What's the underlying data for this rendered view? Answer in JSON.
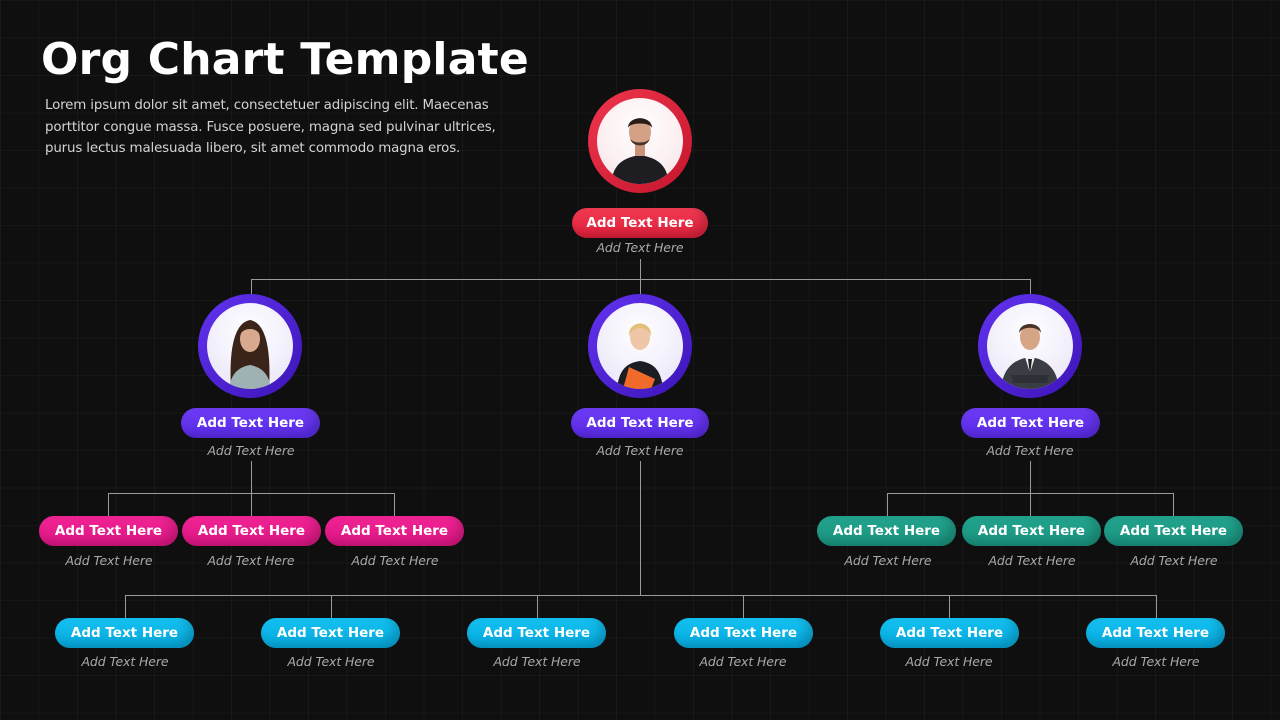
{
  "header": {
    "title": "Org Chart Template",
    "description": "Lorem ipsum dolor sit amet, consectetuer adipiscing elit. Maecenas porttitor congue massa. Fusce posuere, magna sed pulvinar ultrices, purus lectus malesuada libero, sit amet commodo magna eros."
  },
  "colors": {
    "background": "#0f0f10",
    "level1": "#e82a44",
    "level2": "#6233f0",
    "level3_left": "#f01f8e",
    "level3_right": "#1f9c86",
    "level4": "#0db6ea",
    "connector": "#9a9a9a"
  },
  "org": {
    "level1": {
      "avatar": "man-dark-shirt-photo",
      "label": "Add Text Here",
      "sublabel": "Add Text Here"
    },
    "level2": [
      {
        "avatar": "woman-long-hair-photo",
        "label": "Add Text Here",
        "sublabel": "Add Text Here"
      },
      {
        "avatar": "woman-blonde-orange-folder-photo",
        "label": "Add Text Here",
        "sublabel": "Add Text Here"
      },
      {
        "avatar": "man-suit-arms-crossed-photo",
        "label": "Add Text Here",
        "sublabel": "Add Text Here"
      }
    ],
    "level3_left": [
      {
        "label": "Add Text Here",
        "sublabel": "Add Text Here"
      },
      {
        "label": "Add Text Here",
        "sublabel": "Add Text Here"
      },
      {
        "label": "Add Text Here",
        "sublabel": "Add Text Here"
      }
    ],
    "level3_right": [
      {
        "label": "Add Text Here",
        "sublabel": "Add Text Here"
      },
      {
        "label": "Add Text Here",
        "sublabel": "Add Text Here"
      },
      {
        "label": "Add Text Here",
        "sublabel": "Add Text Here"
      }
    ],
    "level4": [
      {
        "label": "Add Text Here",
        "sublabel": "Add Text Here"
      },
      {
        "label": "Add Text Here",
        "sublabel": "Add Text Here"
      },
      {
        "label": "Add Text Here",
        "sublabel": "Add Text Here"
      },
      {
        "label": "Add Text Here",
        "sublabel": "Add Text Here"
      },
      {
        "label": "Add Text Here",
        "sublabel": "Add Text Here"
      },
      {
        "label": "Add Text Here",
        "sublabel": "Add Text Here"
      }
    ]
  }
}
